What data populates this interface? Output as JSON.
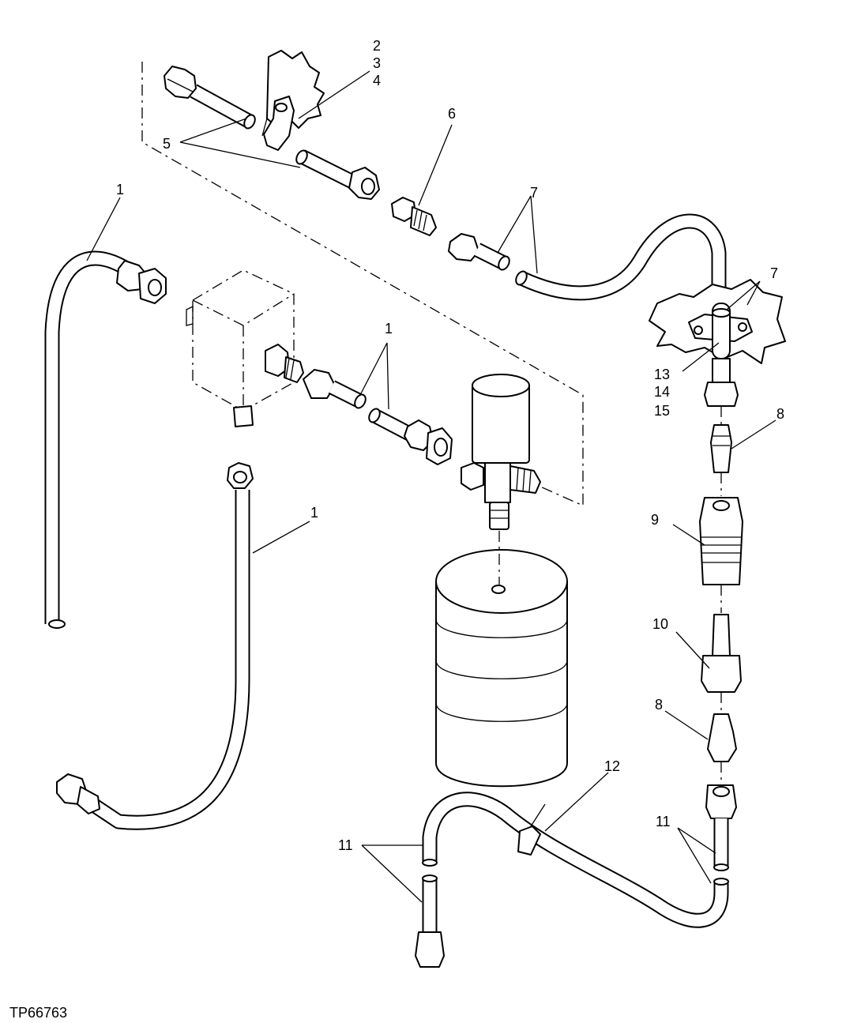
{
  "figure_id": "TP66763",
  "callouts": [
    {
      "key": "c2",
      "text": "2"
    },
    {
      "key": "c3",
      "text": "3"
    },
    {
      "key": "c4",
      "text": "4"
    },
    {
      "key": "c5",
      "text": "5"
    },
    {
      "key": "c6",
      "text": "6"
    },
    {
      "key": "c7a",
      "text": "7"
    },
    {
      "key": "c7b",
      "text": "7"
    },
    {
      "key": "c1a",
      "text": "1"
    },
    {
      "key": "c1b",
      "text": "1"
    },
    {
      "key": "c1c",
      "text": "1"
    },
    {
      "key": "c13",
      "text": "13"
    },
    {
      "key": "c14",
      "text": "14"
    },
    {
      "key": "c15",
      "text": "15"
    },
    {
      "key": "c8a",
      "text": "8"
    },
    {
      "key": "c9",
      "text": "9"
    },
    {
      "key": "c10",
      "text": "10"
    },
    {
      "key": "c8b",
      "text": "8"
    },
    {
      "key": "c12",
      "text": "12"
    },
    {
      "key": "c11a",
      "text": "11"
    },
    {
      "key": "c11b",
      "text": "11"
    }
  ]
}
